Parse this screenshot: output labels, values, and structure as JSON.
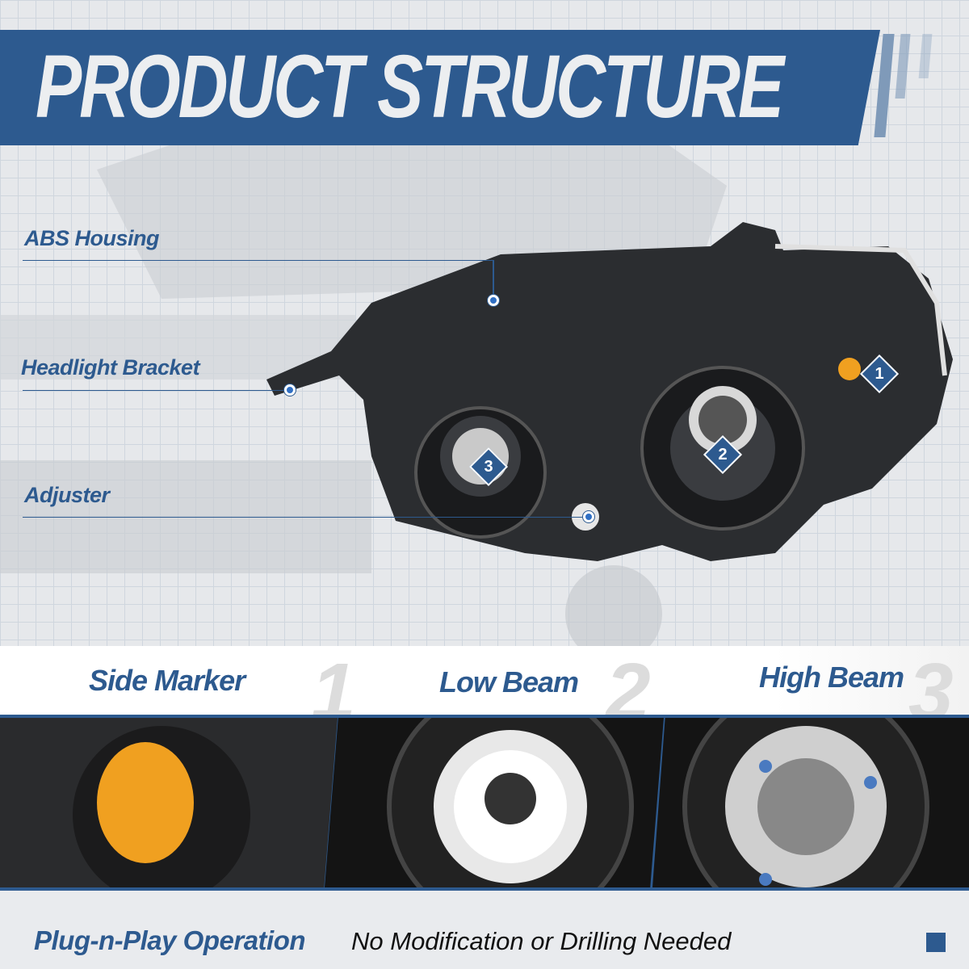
{
  "header": {
    "title": "PRODUCT STRUCTURE"
  },
  "callouts": [
    {
      "label": "ABS Housing"
    },
    {
      "label": "Headlight Bracket"
    },
    {
      "label": "Adjuster"
    }
  ],
  "markers": [
    "1",
    "2",
    "3"
  ],
  "features": [
    {
      "number": "1",
      "label": "Side Marker"
    },
    {
      "number": "2",
      "label": "Low Beam"
    },
    {
      "number": "3",
      "label": "High Beam"
    }
  ],
  "footer": {
    "headline": "Plug-n-Play Operation",
    "subtext": "No Modification or Drilling Needed"
  },
  "colors": {
    "brand": "#2d5a8f",
    "marker_amber": "#f0a020"
  }
}
